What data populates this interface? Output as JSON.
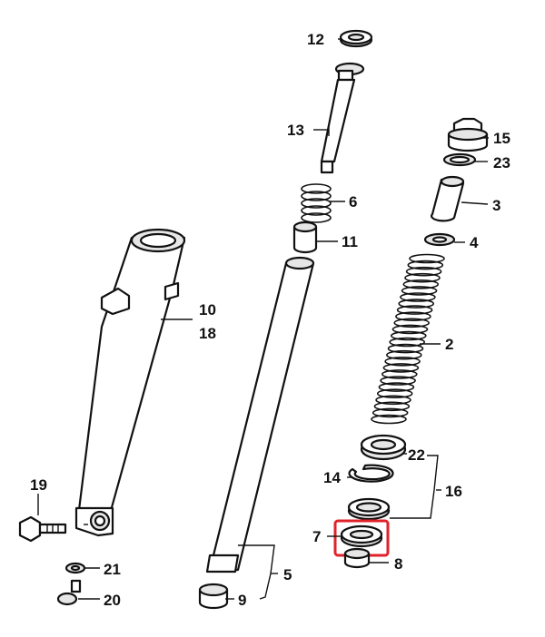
{
  "callouts": [
    {
      "id": "c12",
      "text": "12"
    },
    {
      "id": "c13",
      "text": "13"
    },
    {
      "id": "c15",
      "text": "15"
    },
    {
      "id": "c23",
      "text": "23"
    },
    {
      "id": "c6",
      "text": "6"
    },
    {
      "id": "c3",
      "text": "3"
    },
    {
      "id": "c11",
      "text": "11"
    },
    {
      "id": "c4",
      "text": "4"
    },
    {
      "id": "c10",
      "text": "10"
    },
    {
      "id": "c18",
      "text": "18"
    },
    {
      "id": "c2",
      "text": "2"
    },
    {
      "id": "c22",
      "text": "22"
    },
    {
      "id": "c14",
      "text": "14"
    },
    {
      "id": "c16",
      "text": "16"
    },
    {
      "id": "c19",
      "text": "19"
    },
    {
      "id": "c7",
      "text": "7"
    },
    {
      "id": "c8",
      "text": "8"
    },
    {
      "id": "c21",
      "text": "21"
    },
    {
      "id": "c5",
      "text": "5"
    },
    {
      "id": "c20",
      "text": "20"
    },
    {
      "id": "c9",
      "text": "9"
    }
  ],
  "highlight": {
    "callout": "7",
    "color": "#e0222a"
  }
}
